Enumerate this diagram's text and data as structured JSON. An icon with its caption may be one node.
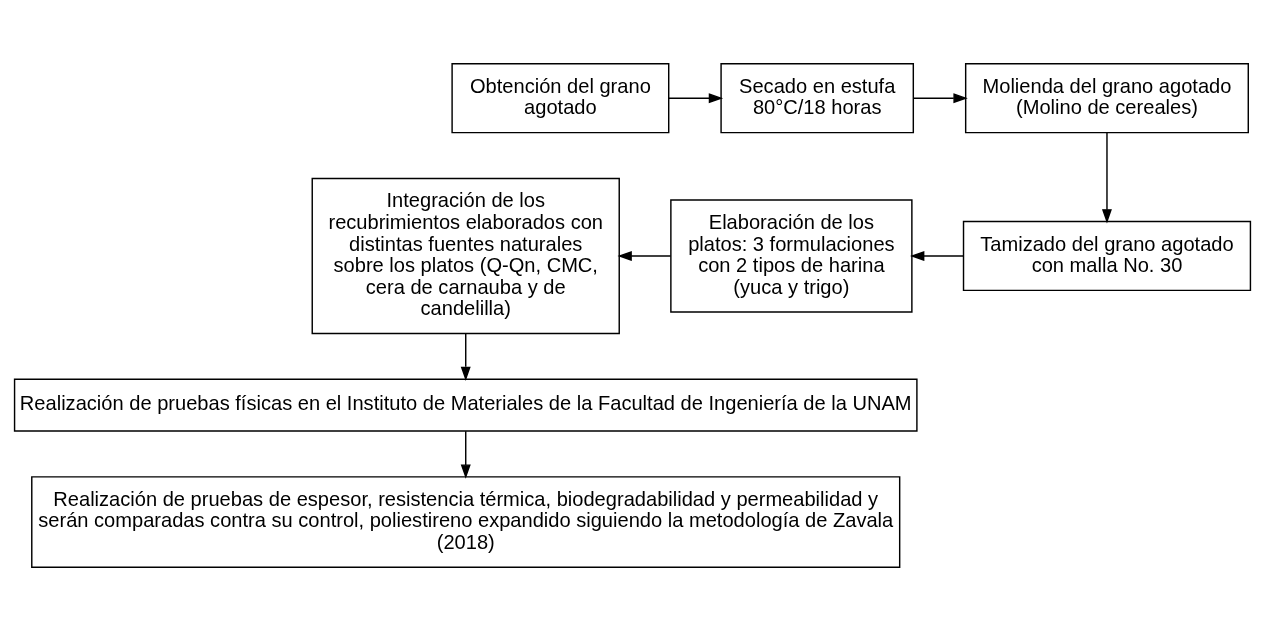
{
  "diagram": {
    "nodes": [
      {
        "text": [
          "Obtención del grano agotado"
        ]
      },
      {
        "text": [
          "Secado en estufa 80°C/18 horas"
        ]
      },
      {
        "text": [
          "Molienda del grano agotado (Molino de cereales)"
        ]
      },
      {
        "text": [
          "Integración de los recubrimientos elaborados con distintas fuentes naturales sobre los platos (Q-Qn, CMC, cera de carnauba y de candelilla)"
        ]
      },
      {
        "text": [
          "Elaboración de los platos: 3 formulaciones con 2 tipos de harina (yuca y trigo)"
        ]
      },
      {
        "text": [
          "Tamizado del grano agotado con malla No. 30"
        ]
      },
      {
        "text": [
          "Realización de pruebas físicas en el Instituto de Materiales de la Facultad de Ingeniería de la UNAM"
        ]
      },
      {
        "text": [
          "Realización de pruebas de espesor, resistencia térmica, biodegradabilidad y permeabilidad y serán comparadas contra su control, poliestireno expandido siguiendo la metodología de Zavala (2018)"
        ]
      }
    ],
    "edges": [
      {
        "from": 0,
        "to": 1,
        "arrow": "to"
      },
      {
        "from": 1,
        "to": 2,
        "arrow": "to"
      },
      {
        "from": 2,
        "to": 5,
        "arrow": "to"
      },
      {
        "from": 5,
        "to": 4,
        "arrow": "to"
      },
      {
        "from": 4,
        "to": 3,
        "arrow": "to"
      },
      {
        "from": 3,
        "to": 6,
        "arrow": "to"
      },
      {
        "from": 6,
        "to": 7,
        "arrow": "to"
      }
    ]
  }
}
